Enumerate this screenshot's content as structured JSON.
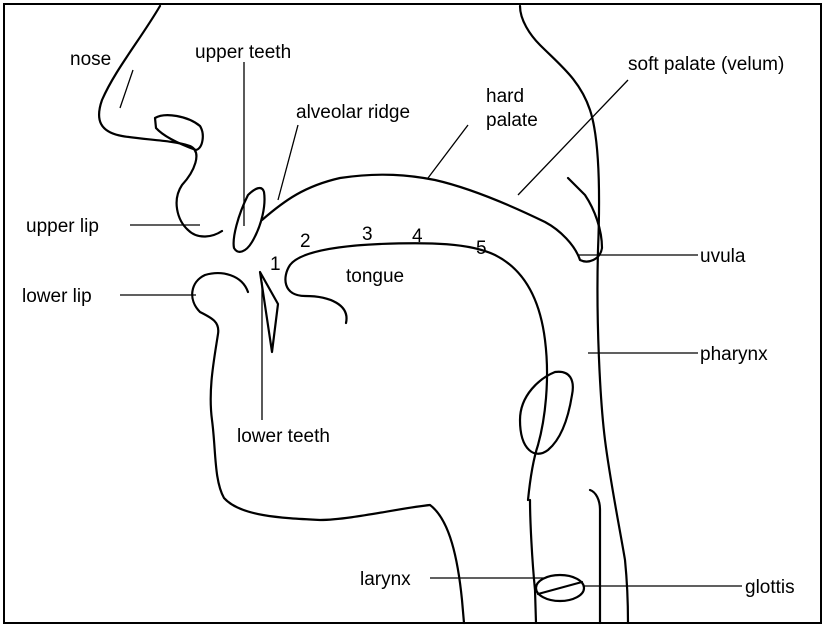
{
  "labels": {
    "nose": "nose",
    "upper_teeth": "upper teeth",
    "alveolar_ridge": "alveolar ridge",
    "hard_palate_1": "hard",
    "hard_palate_2": "palate",
    "soft_palate": "soft palate (velum)",
    "upper_lip": "upper lip",
    "uvula": "uvula",
    "lower_lip": "lower lip",
    "tongue": "tongue",
    "pharynx": "pharynx",
    "lower_teeth": "lower teeth",
    "larynx": "larynx",
    "glottis": "glottis"
  },
  "tongue_positions": [
    "1",
    "2",
    "3",
    "4",
    "5"
  ]
}
